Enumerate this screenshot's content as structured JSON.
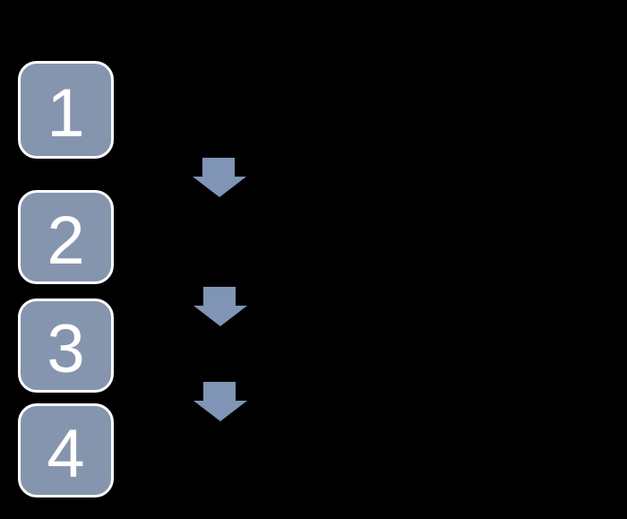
{
  "diagram": {
    "type": "vertical-process-flow",
    "steps": [
      {
        "number": "1"
      },
      {
        "number": "2"
      },
      {
        "number": "3"
      },
      {
        "number": "4"
      }
    ],
    "connector": {
      "icon": "down-block-arrow",
      "count": 3
    },
    "colors": {
      "background": "#000000",
      "box_fill": "#8695AE",
      "box_border": "#FFFFFF",
      "number_text": "#FFFFFF",
      "arrow_fill": "#8094B5"
    }
  }
}
